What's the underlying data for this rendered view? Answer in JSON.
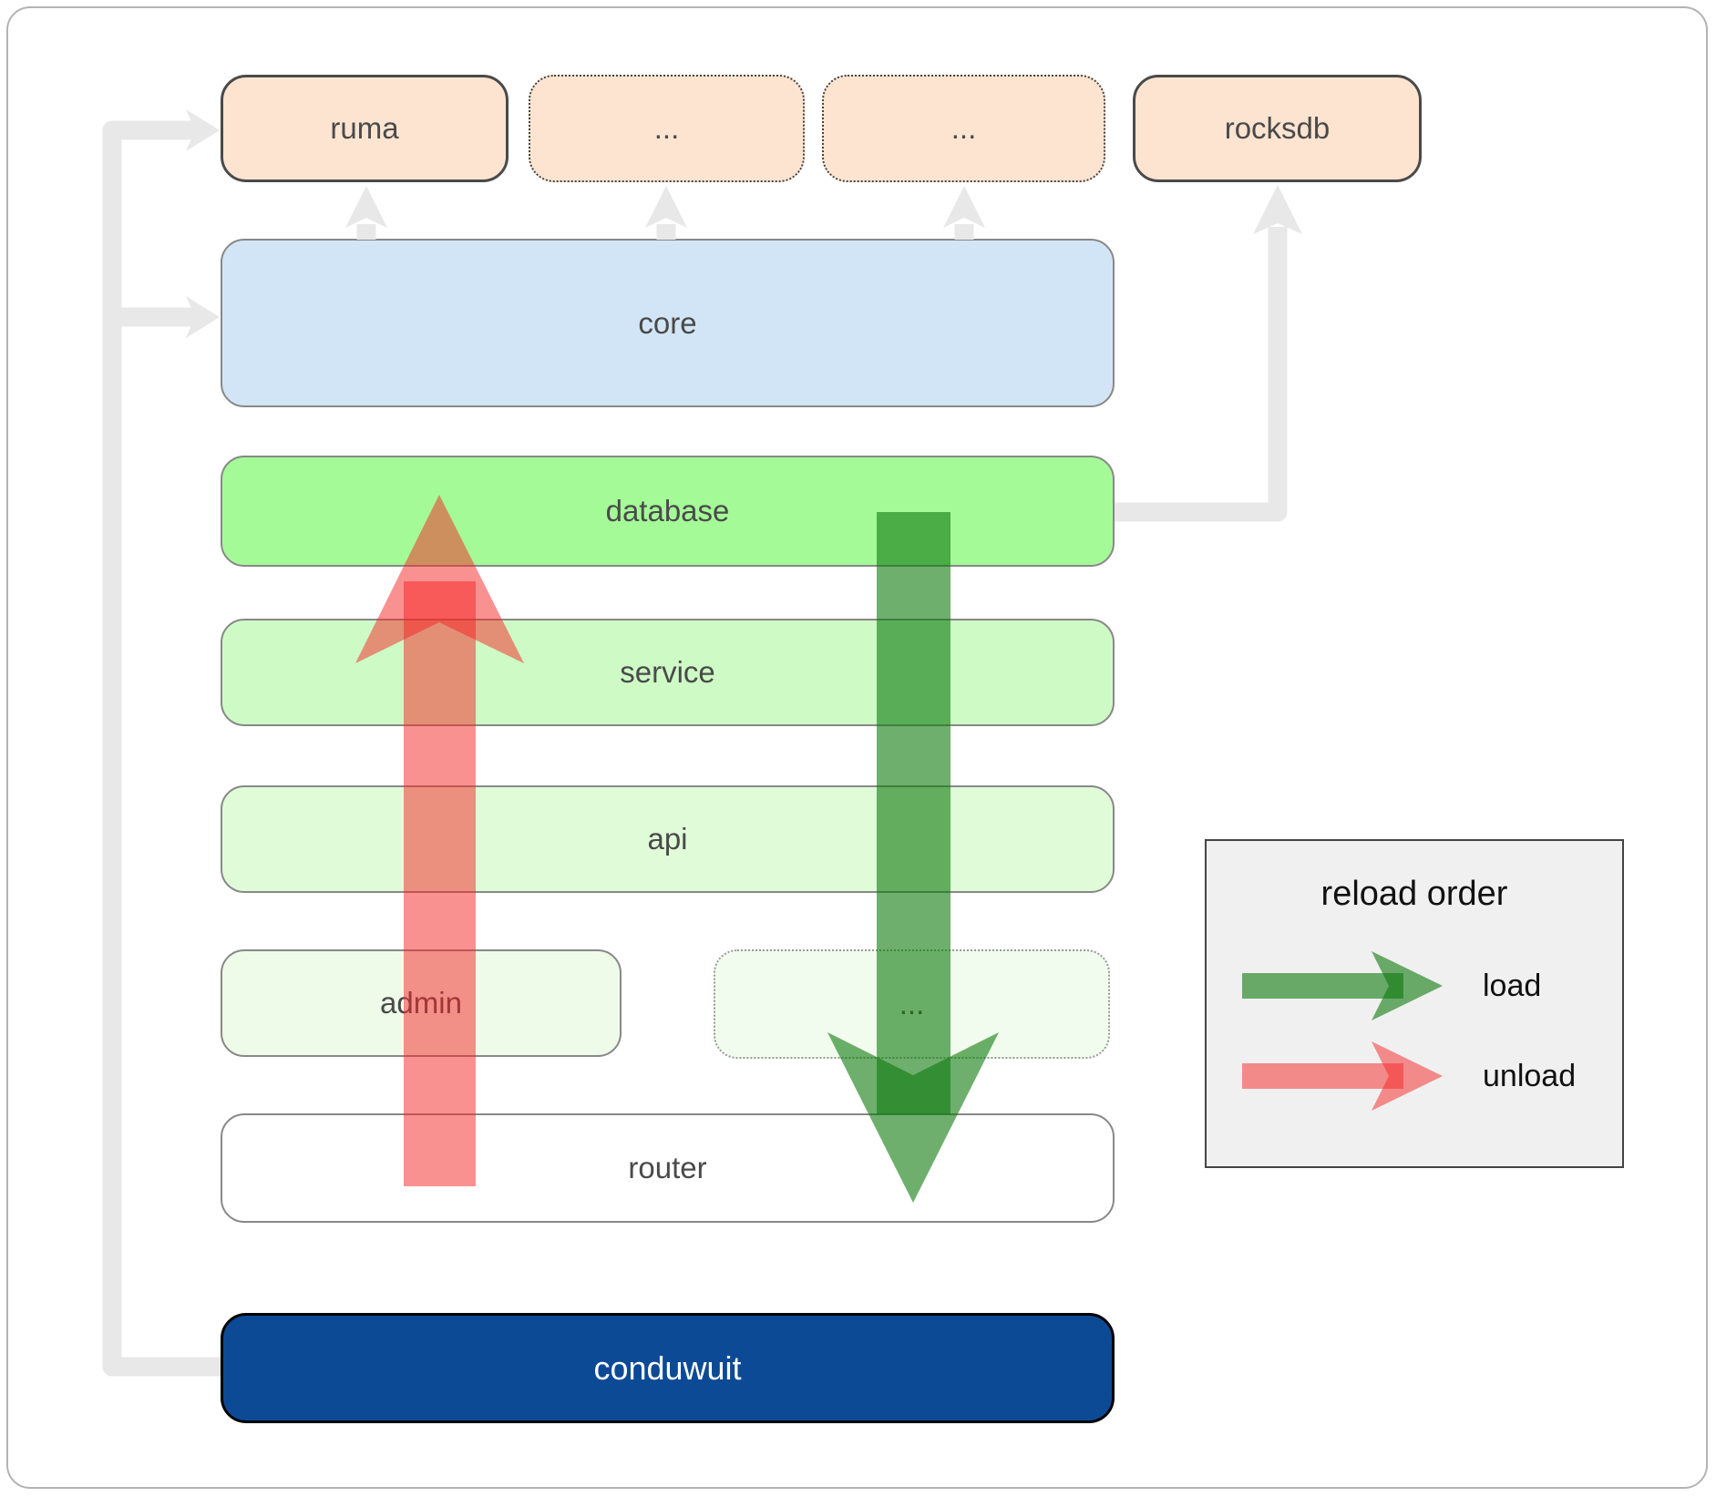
{
  "diagram": {
    "nodes": {
      "ruma": {
        "label": "ruma"
      },
      "extra1": {
        "label": "..."
      },
      "extra2": {
        "label": "..."
      },
      "rocksdb": {
        "label": "rocksdb"
      },
      "core": {
        "label": "core"
      },
      "database": {
        "label": "database"
      },
      "service": {
        "label": "service"
      },
      "api": {
        "label": "api"
      },
      "admin": {
        "label": "admin"
      },
      "extra3": {
        "label": "..."
      },
      "router": {
        "label": "router"
      },
      "conduwuit": {
        "label": "conduwuit"
      }
    },
    "legend": {
      "title": "reload order",
      "load_label": "load",
      "unload_label": "unload"
    },
    "colors": {
      "module_peach": "#fde4d1",
      "core_blue": "#d2e5f6",
      "database_green": "#a5fa98",
      "service_green": "#cefac6",
      "api_green": "#e0fbd8",
      "admin_green": "#eefbe8",
      "extra_green": "#f2fcee",
      "router_white": "#ffffff",
      "conduwuit_blue": "#0d4a96",
      "dependency_arrow_gray": "#e8e8e8",
      "load_arrow_green": "rgba(13,122,13,0.6)",
      "unload_arrow_red": "rgba(245,35,35,0.5)",
      "legend_background": "#f0f0f0",
      "label_text": "#4a4a4a"
    }
  }
}
